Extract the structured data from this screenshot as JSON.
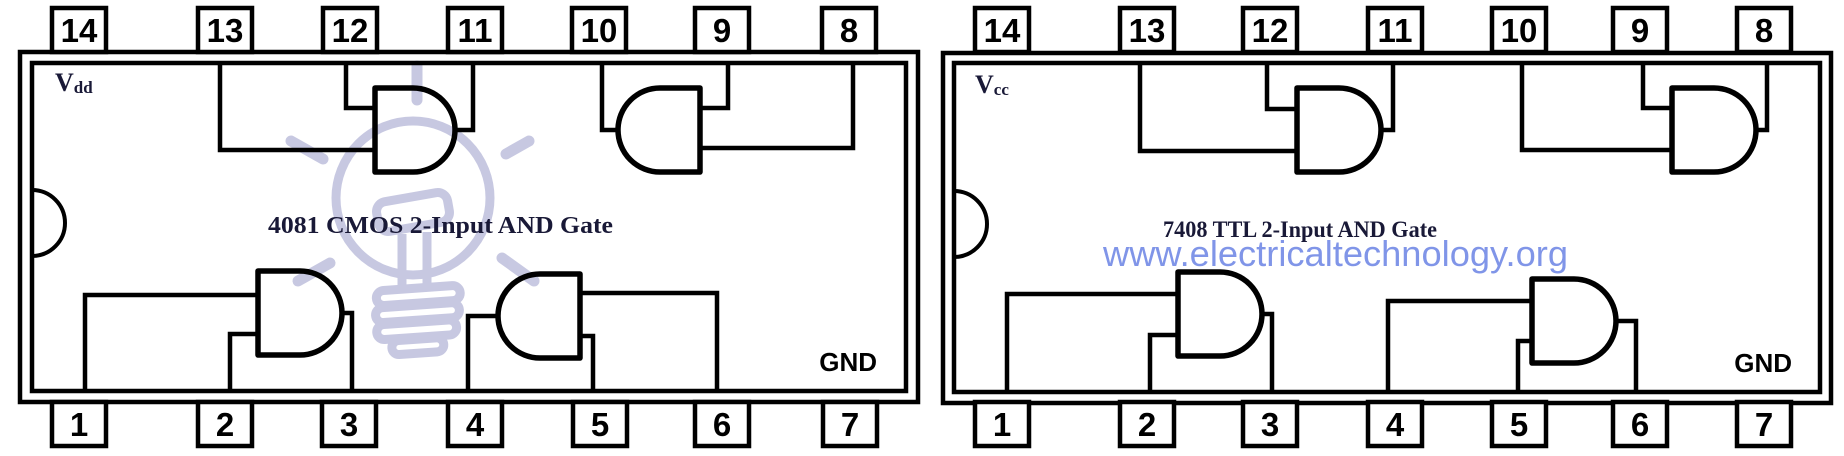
{
  "diagram": {
    "kind": "ic-pinout-comparison",
    "line_color": "#000000",
    "title_color": "#191937",
    "watermark_bulb_color": "#c5c6e0",
    "watermark_url_color": "#8095e8"
  },
  "left_ic": {
    "title": "4081 CMOS 2-Input AND Gate",
    "power_label": {
      "main": "V",
      "sub": "dd"
    },
    "ground_label": "GND",
    "top_pins": [
      "14",
      "13",
      "12",
      "11",
      "10",
      "9",
      "8"
    ],
    "bottom_pins": [
      "1",
      "2",
      "3",
      "4",
      "5",
      "6",
      "7"
    ],
    "gates": [
      {
        "inputs": [
          "13",
          "12"
        ],
        "output": "11"
      },
      {
        "inputs": [
          "9",
          "8"
        ],
        "output": "10"
      },
      {
        "inputs": [
          "1",
          "2"
        ],
        "output": "3"
      },
      {
        "inputs": [
          "5",
          "6"
        ],
        "output": "4"
      }
    ]
  },
  "right_ic": {
    "title": "7408 TTL 2-Input AND Gate",
    "power_label": {
      "main": "V",
      "sub": "cc"
    },
    "ground_label": "GND",
    "top_pins": [
      "14",
      "13",
      "12",
      "11",
      "10",
      "9",
      "8"
    ],
    "bottom_pins": [
      "1",
      "2",
      "3",
      "4",
      "5",
      "6",
      "7"
    ],
    "gates": [
      {
        "inputs": [
          "13",
          "12"
        ],
        "output": "11"
      },
      {
        "inputs": [
          "10",
          "9"
        ],
        "output": "8"
      },
      {
        "inputs": [
          "1",
          "2"
        ],
        "output": "3"
      },
      {
        "inputs": [
          "4",
          "5"
        ],
        "output": "6"
      }
    ]
  },
  "watermark": {
    "url": "www.electricaltechnology.org"
  }
}
